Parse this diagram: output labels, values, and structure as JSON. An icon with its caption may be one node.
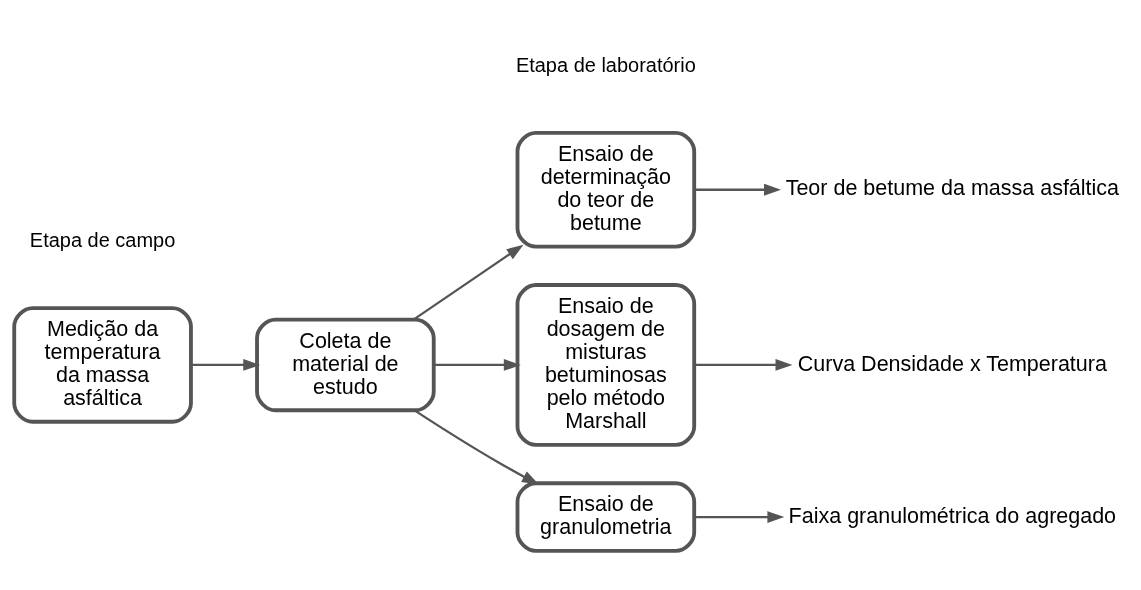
{
  "diagram": {
    "nodes": [
      {
        "text": [
          "Medição da temperatura da massa asfáltica"
        ]
      },
      {
        "text": [
          "Coleta de material de estudo"
        ]
      },
      {
        "text": [
          "Ensaio de determinação do teor de betume"
        ]
      },
      {
        "text": [
          "Ensaio de dosagem de misturas betuminosas pelo método Marshall"
        ]
      },
      {
        "text": [
          "Ensaio de granulometria"
        ]
      },
      {
        "text": [
          "Teor de betume da massa asfáltica"
        ]
      },
      {
        "text": [
          "Curva Densidade x Temperatura"
        ]
      },
      {
        "text": [
          "Faixa granulométrica do agregado"
        ]
      }
    ],
    "edges": [
      {
        "from": 0,
        "to": 1,
        "arrow": "to"
      },
      {
        "from": 1,
        "to": 2,
        "arrow": "to"
      },
      {
        "from": 1,
        "to": 3,
        "arrow": "to"
      },
      {
        "from": 1,
        "to": 4,
        "arrow": "to"
      },
      {
        "from": 2,
        "to": 5,
        "arrow": "to"
      },
      {
        "from": 3,
        "to": 6,
        "arrow": "to"
      },
      {
        "from": 4,
        "to": 7,
        "arrow": "to"
      }
    ],
    "labels": [
      "Etapa de campo",
      "Etapa de laboratório"
    ]
  }
}
